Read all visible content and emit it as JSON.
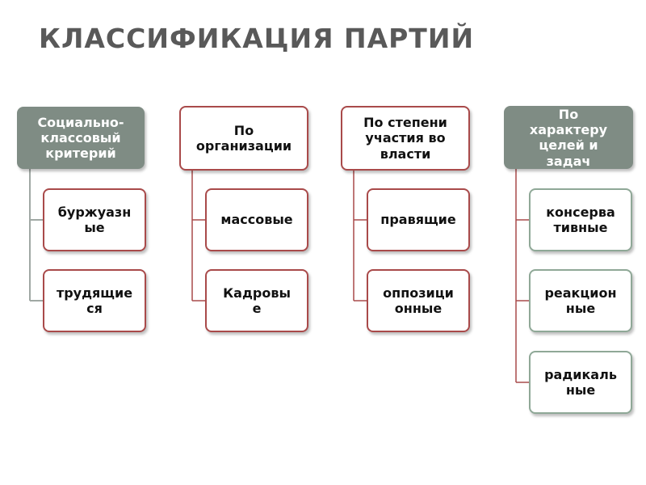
{
  "title": "КЛАССИФИКАЦИЯ ПАРТИЙ",
  "colors": {
    "header_fill": "#7f8c84",
    "accent_border": "#a94a4a",
    "muted_border": "#8fa897",
    "title_color": "#595959"
  },
  "columns": [
    {
      "header": "Социально-\nклассовый\nкритерий",
      "header_style": "gray",
      "children": [
        "буржуазн\nые",
        "трудящие\nся"
      ]
    },
    {
      "header": "По\nорганизации",
      "header_style": "white",
      "children": [
        "массовые",
        "Кадровы\nе"
      ]
    },
    {
      "header": "По степени\nучастия во\nвласти",
      "header_style": "white",
      "children": [
        "правящие",
        "оппозици\nонные"
      ]
    },
    {
      "header": "По\nхарактеру\nцелей и\nзадач",
      "header_style": "gray",
      "children": [
        "консерва\nтивные",
        "реакцион\nные",
        "радикаль\nные"
      ]
    }
  ]
}
